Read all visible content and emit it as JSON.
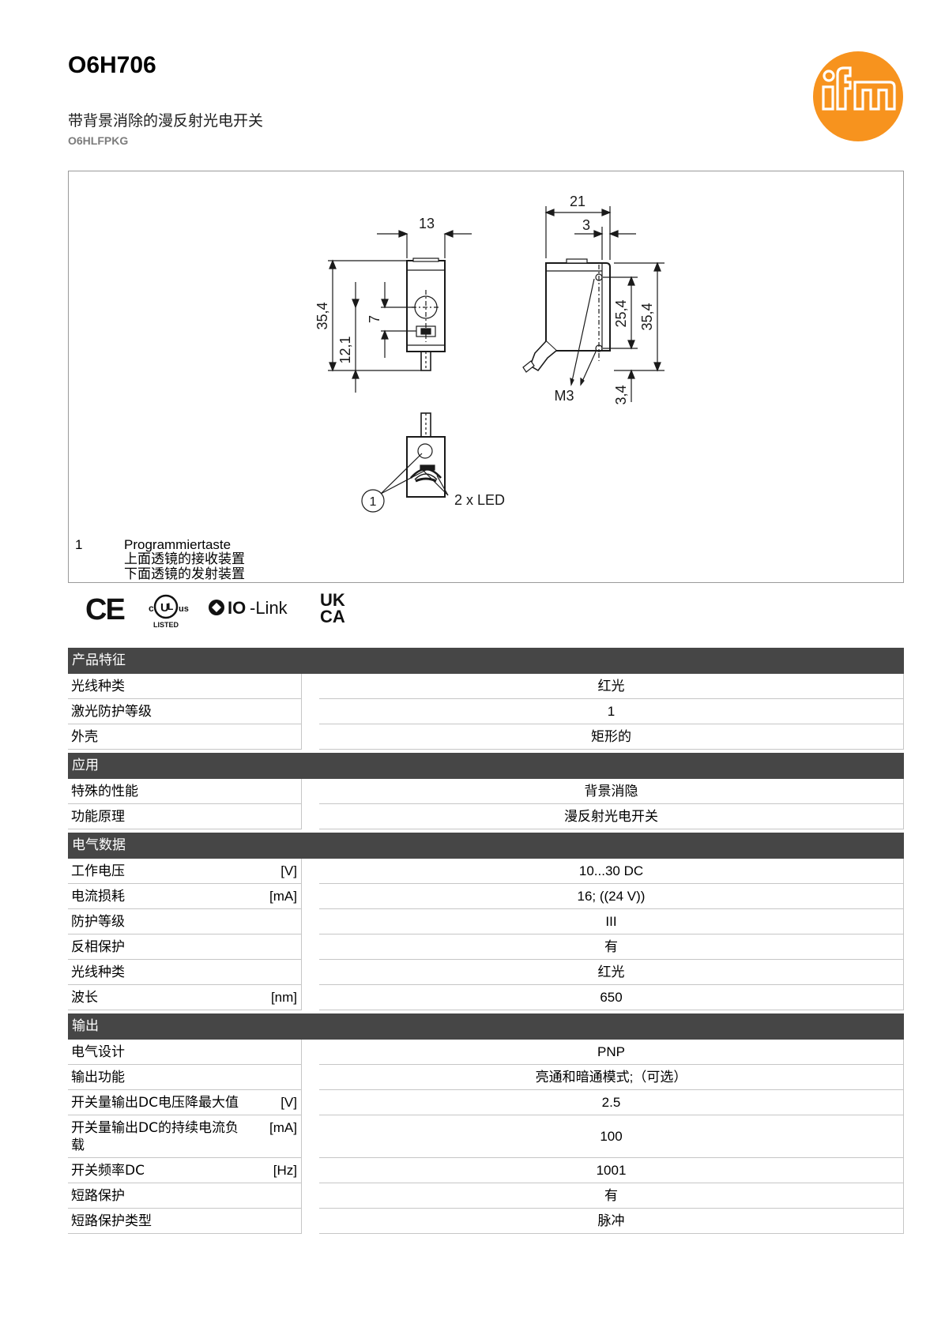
{
  "header": {
    "title": "O6H706",
    "subtitle": "带背景消除的漫反射光电开关",
    "code": "O6HLFPKG",
    "logo_text": "ifm",
    "logo_color": "#f7931e"
  },
  "drawing": {
    "dimensions": {
      "front_width": "13",
      "front_height": "35,4",
      "front_offset_a": "7",
      "front_offset_b": "12,1",
      "side_width": "21",
      "side_offset": "3",
      "side_hole_distance": "25,4",
      "side_height": "35,4",
      "side_bottom": "3,4",
      "thread": "M3",
      "marker_1": "1",
      "led_label": "2 x LED"
    },
    "legend": {
      "number": "1",
      "lines": [
        "Programmiertaste",
        "上面透镜的接收装置",
        "下面透镜的发射装置"
      ]
    }
  },
  "certifications": {
    "ce": "CE",
    "ul_c": "c",
    "ul_us": "us",
    "ul_listed": "LISTED",
    "iolink_bold": "IO",
    "iolink_rest": "-Link",
    "ukca_top": "UK",
    "ukca_bottom": "CA"
  },
  "sections": [
    {
      "title": "产品特征",
      "rows": [
        {
          "label": "光线种类",
          "unit": "",
          "value": "红光"
        },
        {
          "label": "激光防护等级",
          "unit": "",
          "value": "1"
        },
        {
          "label": "外壳",
          "unit": "",
          "value": "矩形的"
        }
      ]
    },
    {
      "title": "应用",
      "rows": [
        {
          "label": "特殊的性能",
          "unit": "",
          "value": "背景消隐"
        },
        {
          "label": "功能原理",
          "unit": "",
          "value": "漫反射光电开关"
        }
      ]
    },
    {
      "title": "电气数据",
      "rows": [
        {
          "label": "工作电压",
          "unit": "[V]",
          "value": "10...30 DC"
        },
        {
          "label": "电流损耗",
          "unit": "[mA]",
          "value": "16; ((24 V))"
        },
        {
          "label": "防护等级",
          "unit": "",
          "value": "III"
        },
        {
          "label": "反相保护",
          "unit": "",
          "value": "有"
        },
        {
          "label": "光线种类",
          "unit": "",
          "value": "红光"
        },
        {
          "label": "波长",
          "unit": "[nm]",
          "value": "650"
        }
      ]
    },
    {
      "title": "输出",
      "rows": [
        {
          "label": "电气设计",
          "unit": "",
          "value": "PNP"
        },
        {
          "label": "输出功能",
          "unit": "",
          "value": "亮通和暗通模式;（可选）"
        },
        {
          "label": "开关量输出DC电压降最大值",
          "unit": "[V]",
          "value": "2.5"
        },
        {
          "label": "开关量输出DC的持续电流负载",
          "unit": "[mA]",
          "value": "100"
        },
        {
          "label": "开关频率DC",
          "unit": "[Hz]",
          "value": "1001"
        },
        {
          "label": "短路保护",
          "unit": "",
          "value": "有"
        },
        {
          "label": "短路保护类型",
          "unit": "",
          "value": "脉冲"
        }
      ]
    }
  ]
}
